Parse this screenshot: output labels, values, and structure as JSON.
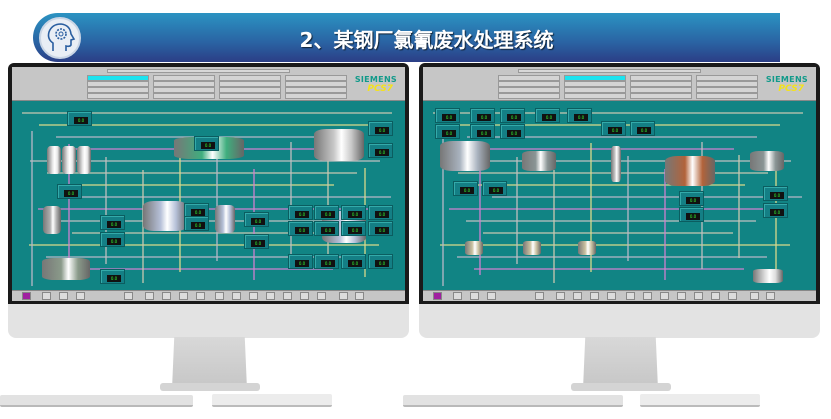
{
  "slide": {
    "title": "2、某钢厂氯氰废水处理系统",
    "icon": "head-gear-icon"
  },
  "monitors": [
    {
      "name": "left",
      "logo_brand": "SIEMENS",
      "logo_product": "PCS7",
      "active_menu": 0,
      "readout_value": "0.0"
    },
    {
      "name": "right",
      "logo_brand": "SIEMENS",
      "logo_product": "PCS7",
      "active_menu": 1,
      "readout_value": "0.0"
    }
  ],
  "colors": {
    "process_bg": "#118484",
    "menu_active": "#1de3ef",
    "logo_pcs7": "#f4e21b",
    "banner_top": "#2b93c2",
    "banner_bottom": "#2b3e86"
  }
}
